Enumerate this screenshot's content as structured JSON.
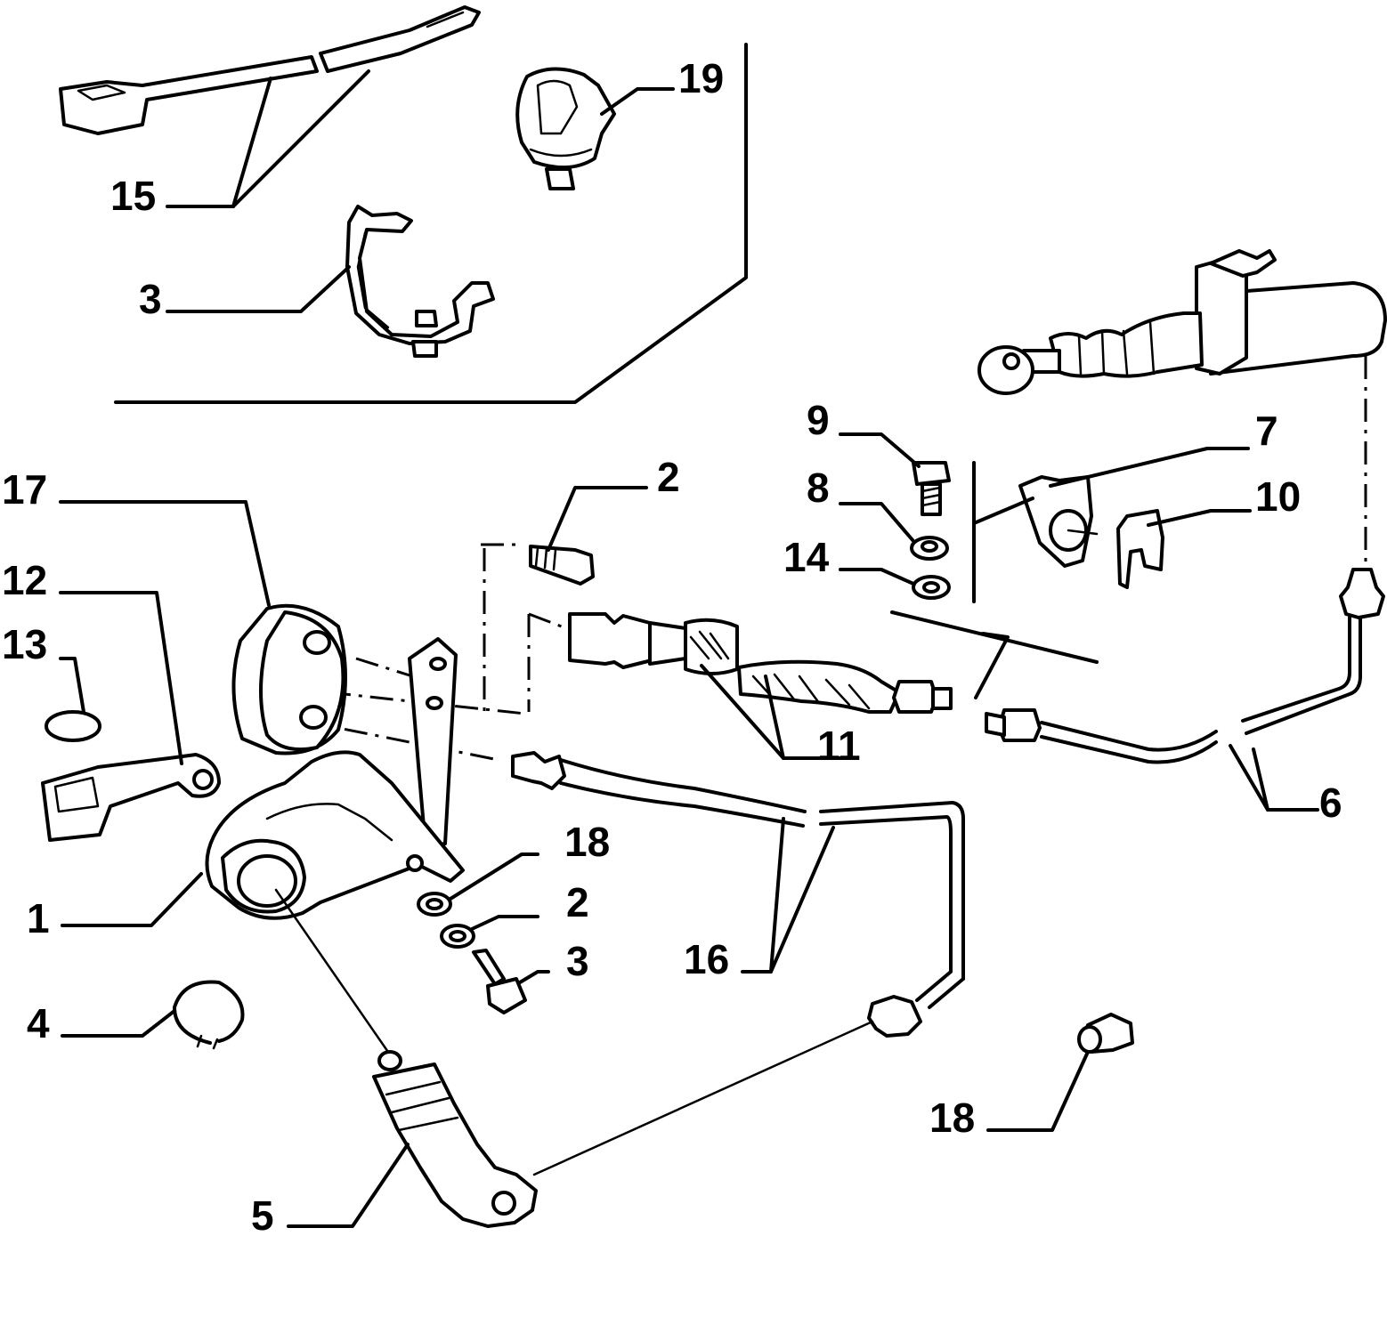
{
  "callouts": {
    "p1": "1",
    "p2a": "2",
    "p2b": "2",
    "p3a": "3",
    "p3b": "3",
    "p4": "4",
    "p5": "5",
    "p6": "6",
    "p7": "7",
    "p8": "8",
    "p9": "9",
    "p10": "10",
    "p11": "11",
    "p12": "12",
    "p13": "13",
    "p14": "14",
    "p15": "15",
    "p16": "16",
    "p17": "17",
    "p18a": "18",
    "p18b": "18",
    "p19": "19"
  }
}
